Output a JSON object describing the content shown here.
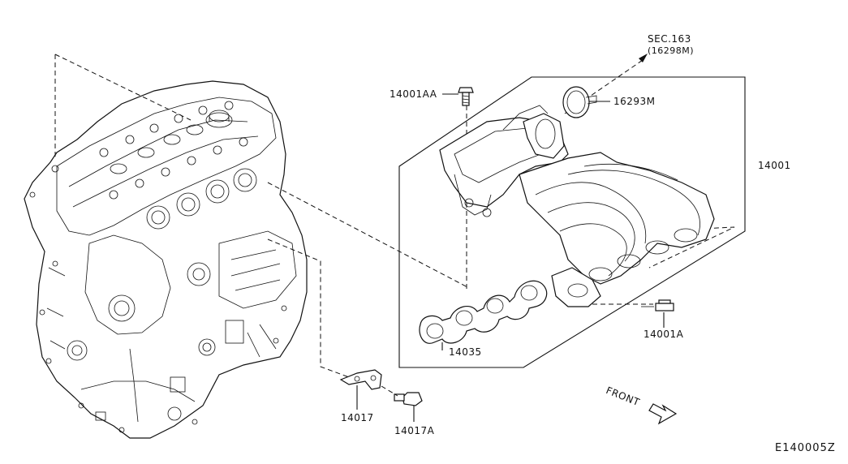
{
  "labels": {
    "sec_ref": "SEC.163",
    "sec_ref_part": "(16298M)",
    "bolt_upper": "14001AA",
    "clamp": "16293M",
    "manifold": "14001",
    "gasket": "14035",
    "bolt_lower": "14001A",
    "bracket": "14017",
    "bracket_bolt": "14017A",
    "front": "FRONT",
    "diagram_id": "E140005Z"
  }
}
